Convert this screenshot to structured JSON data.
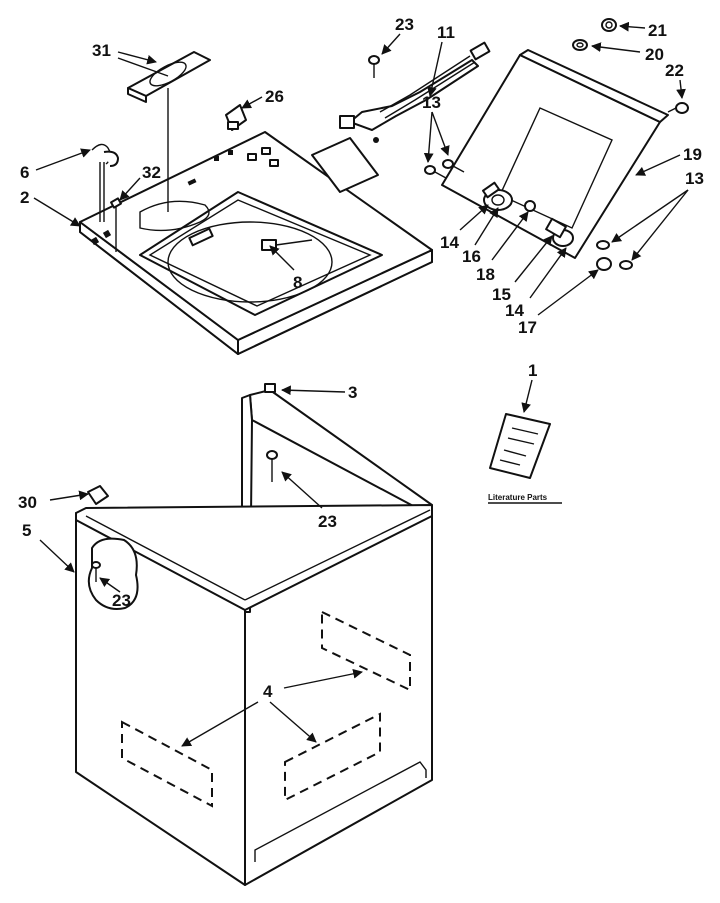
{
  "diagram": {
    "callouts": {
      "c1": "1",
      "c2": "2",
      "c3": "3",
      "c4": "4",
      "c5": "5",
      "c6": "6",
      "c8": "8",
      "c11": "11",
      "c13a": "13",
      "c13b": "13",
      "c14a": "14",
      "c14b": "14",
      "c15": "15",
      "c16": "16",
      "c17": "17",
      "c18": "18",
      "c19": "19",
      "c20": "20",
      "c21": "21",
      "c22": "22",
      "c23a": "23",
      "c23b": "23",
      "c23c": "23",
      "c26": "26",
      "c30": "30",
      "c31": "31",
      "c32": "32"
    },
    "literature_caption": "Literature Parts"
  }
}
